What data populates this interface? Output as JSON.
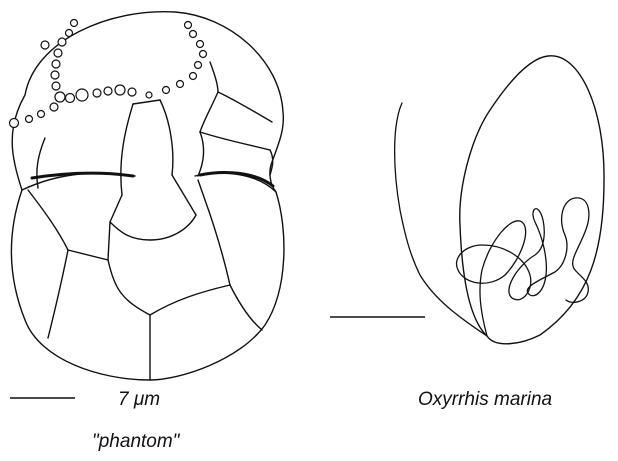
{
  "figure": {
    "scale_label": "7 μm",
    "left_caption": "\"phantom\"",
    "right_caption": "Oxyrrhis marina",
    "colors": {
      "ink": "#111111",
      "background": "#ffffff"
    }
  }
}
